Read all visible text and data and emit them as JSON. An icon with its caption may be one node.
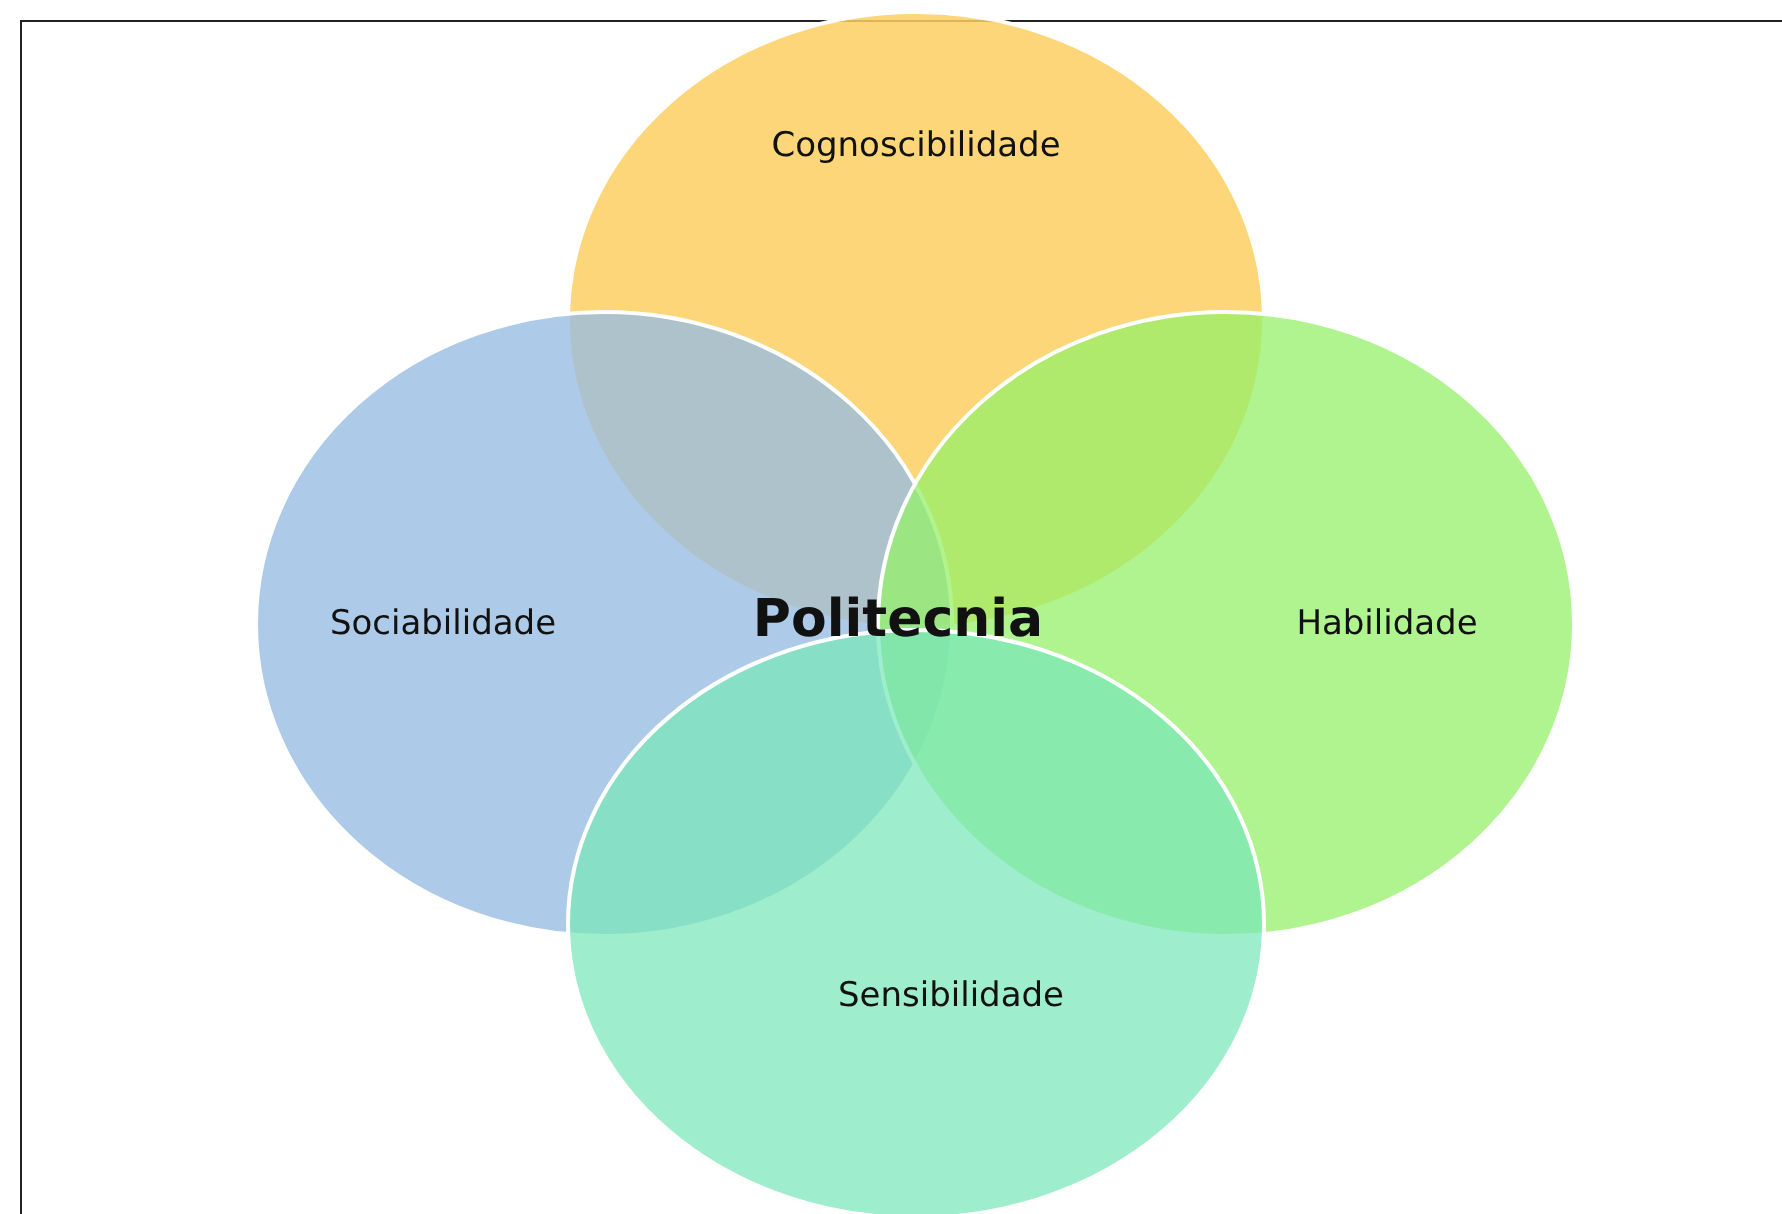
{
  "diagram": {
    "nodes": [
      {
        "text": [
          "Cognoscibilidade"
        ]
      },
      {
        "text": [
          "Sociabilidade"
        ]
      },
      {
        "text": [
          "Habilidade"
        ]
      },
      {
        "text": [
          "Sensibilidade"
        ]
      }
    ],
    "edges": [],
    "labels": [
      "Politecnia"
    ]
  }
}
